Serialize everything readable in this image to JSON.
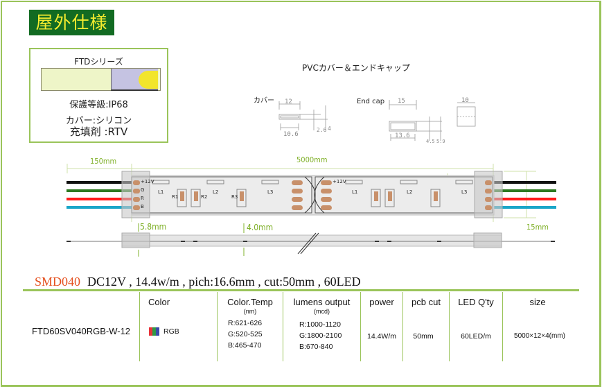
{
  "page": {
    "title": "屋外仕様",
    "colors": {
      "accent_green": "#9ac45a",
      "title_bg": "#126b22",
      "title_fg": "#f5ec2e",
      "dim_green": "#7fb028",
      "smd_orange": "#e5501e"
    }
  },
  "series_box": {
    "title": "FTDシリーズ",
    "protection": "保護等級:IP68",
    "cover": "カバー:シリコン",
    "filler": "充填剤 :RTV"
  },
  "pvc": {
    "title": "PVCカバー＆エンドキャップ",
    "cover_label": "カバー",
    "cover_dims": {
      "outer_width": "12",
      "inner_width": "10.6",
      "inner_height": "2.6",
      "outer_height": "4"
    },
    "endcap_label": "End cap",
    "endcap_dims": {
      "outer_width": "15",
      "inner_width": "13.6",
      "inner_height": "4.5",
      "outer_height": "5.9",
      "depth": "10"
    }
  },
  "strip": {
    "lead_length": "150mm",
    "length": "5000mm",
    "width": "12mm",
    "lead_length_right": "15mm",
    "connector_height": "5.8mm",
    "strip_thickness": "4.0mm",
    "pins": [
      "+12V",
      "G",
      "R",
      "B"
    ],
    "leds": [
      "L1",
      "L2",
      "L3"
    ],
    "resistors": [
      "R1",
      "R2",
      "R3"
    ],
    "wire_colors": [
      "#111111",
      "#2d7a22",
      "#ff1a1a",
      "#1aa6c8"
    ]
  },
  "spec": {
    "model_code": "SMD040",
    "summary": "DC12V , 14.4w/m , pich:16.6mm , cut:50mm , 60LED",
    "headers": {
      "color": "Color",
      "color_temp": "Color.Temp",
      "color_temp_unit": "(nm)",
      "lumens": "lumens output",
      "lumens_unit": "(mcd)",
      "power": "power",
      "pcb_cut": "pcb cut",
      "led_qty": "LED Q'ty",
      "size": "size"
    },
    "row": {
      "part_number": "FTD60SV040RGB-W-12",
      "color": "RGB",
      "color_temp": [
        "R:621-626",
        "G:520-525",
        "B:465-470"
      ],
      "lumens": [
        "R:1000-1120",
        "G:1800-2100",
        "B:670-840"
      ],
      "power": "14.4W/m",
      "pcb_cut": "50mm",
      "led_qty": "60LED/m",
      "size": "5000×12×4(mm)"
    }
  }
}
